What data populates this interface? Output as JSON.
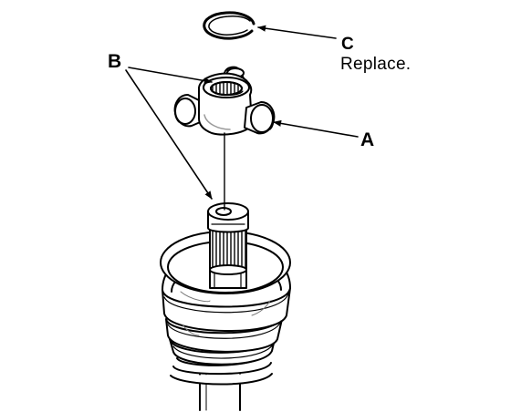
{
  "callouts": {
    "a": "A",
    "b": "B",
    "c": "C",
    "c_note": "Replace."
  },
  "colors": {
    "ink": "#000000",
    "paper": "#ffffff",
    "shade": "#9a9a9a"
  }
}
